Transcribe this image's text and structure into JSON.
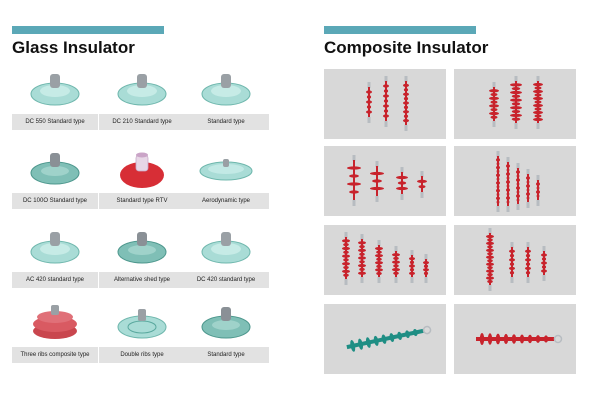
{
  "glass": {
    "title": "Glass Insulator",
    "items": [
      {
        "label": "DC 550  Standard type",
        "style": "standard"
      },
      {
        "label": "DC 210  Standard type",
        "style": "standard"
      },
      {
        "label": "Standard type",
        "style": "standard"
      },
      {
        "label": "DC 100O  Standard type",
        "style": "dark"
      },
      {
        "label": "Standard type RTV",
        "style": "rtv"
      },
      {
        "label": "Aerodynamic type",
        "style": "aero"
      },
      {
        "label": "AC 420  standard type",
        "style": "standard"
      },
      {
        "label": "Alternative shed type",
        "style": "dark"
      },
      {
        "label": "DC 420  standard type",
        "style": "standard"
      },
      {
        "label": "Three ribs composite type",
        "style": "three-ribs"
      },
      {
        "label": "Double ribs type",
        "style": "double"
      },
      {
        "label": "Standard type",
        "style": "dark"
      }
    ]
  },
  "composite": {
    "title": "Composite Insulator",
    "colors": {
      "shed_red": "#c8232c",
      "shed_teal": "#1f8e84",
      "panel_gray": "#d8d8d8",
      "metal": "#b7bcc1"
    }
  },
  "theme": {
    "accent": "#5ba8b7",
    "caption_bg": "#e2e2e2"
  }
}
